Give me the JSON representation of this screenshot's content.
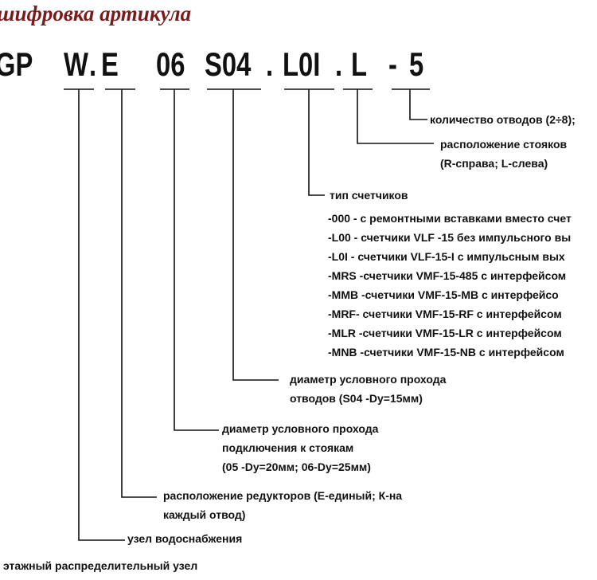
{
  "title": "шифровка артикула",
  "code_segments": [
    "GP",
    "W",
    ".",
    "E",
    "06",
    "S04",
    ".",
    "L0I",
    ".",
    "L",
    "-",
    "5"
  ],
  "labels": {
    "outlets_count": "количество отводов (2÷8);",
    "risers_position": "расположение стояков",
    "risers_position_note": "(R-справа; L-слева)",
    "meter_type": "тип счетчиков",
    "meter_types": [
      "-000 - с ремонтными вставками вместо счет",
      "-L00 - счетчики VLF -15  без импульсного вы",
      "-L0I - счетчики VLF-15-I с импульсным вых",
      "-MRS -счетчики VMF-15-485 с интерфейсом",
      "-MMB -счетчики VMF-15-MB с интерфейсо",
      "-MRF- счетчики VMF-15-RF с интерфейсом",
      "-MLR -счетчики VMF-15-LR с интерфейсом",
      "-MNB -счетчики VMF-15-NB с интерфейсом"
    ],
    "outlet_diameter": "диаметр условного прохода",
    "outlet_diameter_note": "отводов (S04 -Dy=15мм)",
    "connection_diameter": "диаметр условного прохода",
    "connection_diameter_2": "подключения к стоякам",
    "connection_diameter_note": "(05 -Dy=20мм; 06-Dy=25мм)",
    "reducers_position": "расположение редукторов (Е-единый; К-на",
    "reducers_position_2": "каждый отвод)",
    "water_supply_unit": "узел водоснабжения",
    "floor_unit": "этажный распределительный узел"
  }
}
